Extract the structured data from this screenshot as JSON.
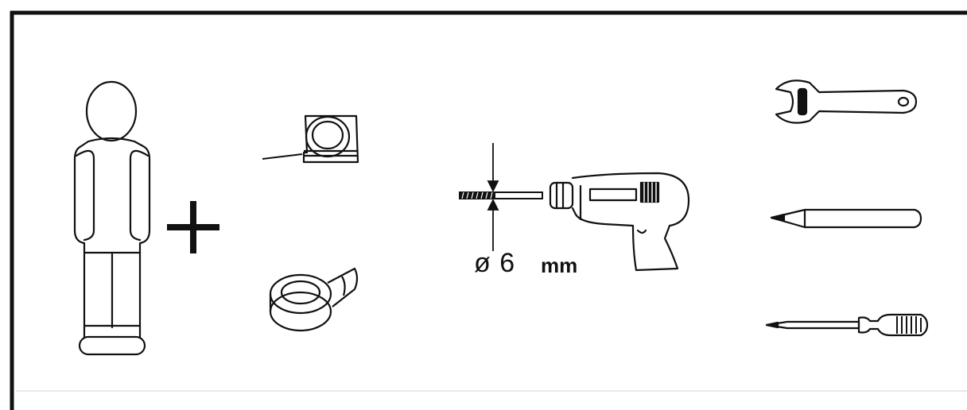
{
  "diagram": {
    "drill_diameter": {
      "symbol": "ø",
      "value": "6",
      "unit": "mm"
    },
    "icons": [
      "person-icon",
      "plus-icon",
      "tape-measure-icon",
      "tape-roll-icon",
      "drill-bit-icon",
      "drill-icon",
      "wrench-icon",
      "pencil-icon",
      "screwdriver-icon"
    ]
  },
  "colors": {
    "line": "#111111",
    "background": "#ffffff"
  }
}
